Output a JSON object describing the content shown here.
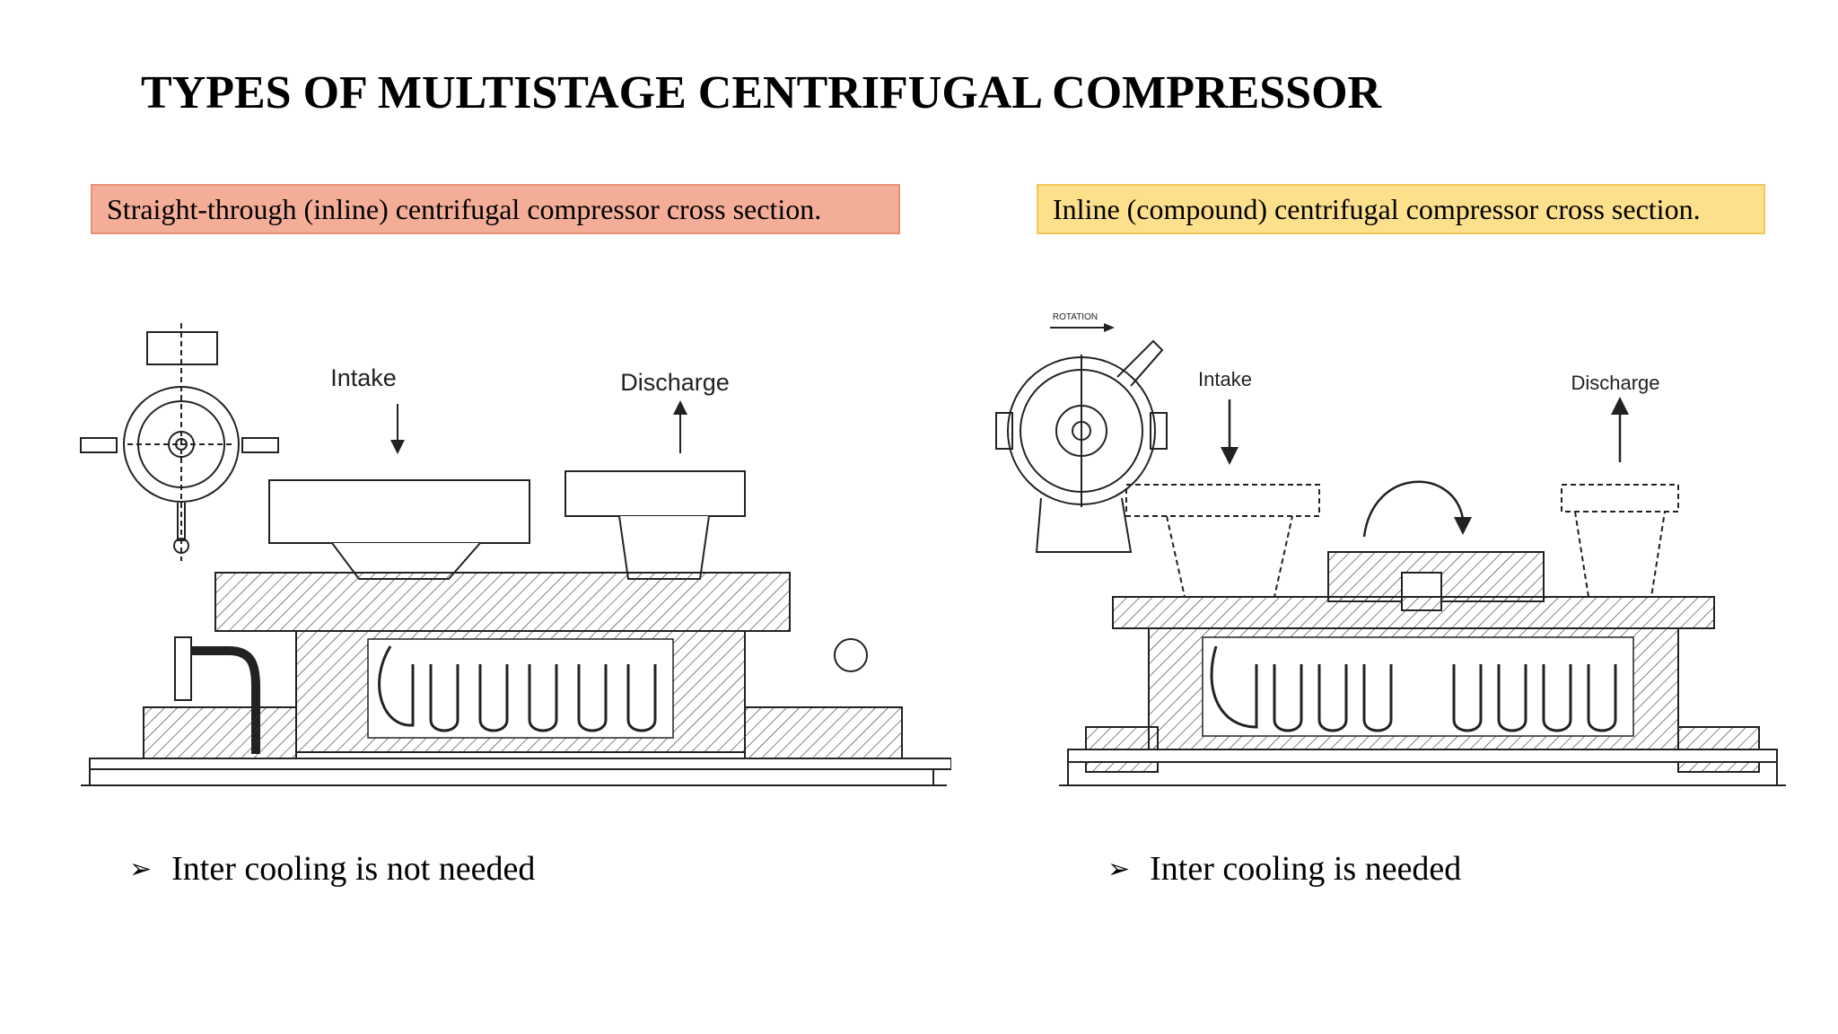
{
  "slide": {
    "title": "TYPES OF MULTISTAGE CENTRIFUGAL COMPRESSOR",
    "left": {
      "caption": "Straight-through (inline) centrifugal compressor cross section.",
      "intake_label": "Intake",
      "discharge_label": "Discharge",
      "bullet": "Inter cooling is not needed"
    },
    "right": {
      "caption": "Inline (compound) centrifugal compressor cross section.",
      "rotation_label": "ROTATION",
      "intake_label": "Intake",
      "discharge_label": "Discharge",
      "bullet": "Inter cooling is needed"
    },
    "bullet_glyph": "➢",
    "colors": {
      "left_caption_bg": "#f4ad97",
      "right_caption_bg": "#fde08c"
    }
  }
}
